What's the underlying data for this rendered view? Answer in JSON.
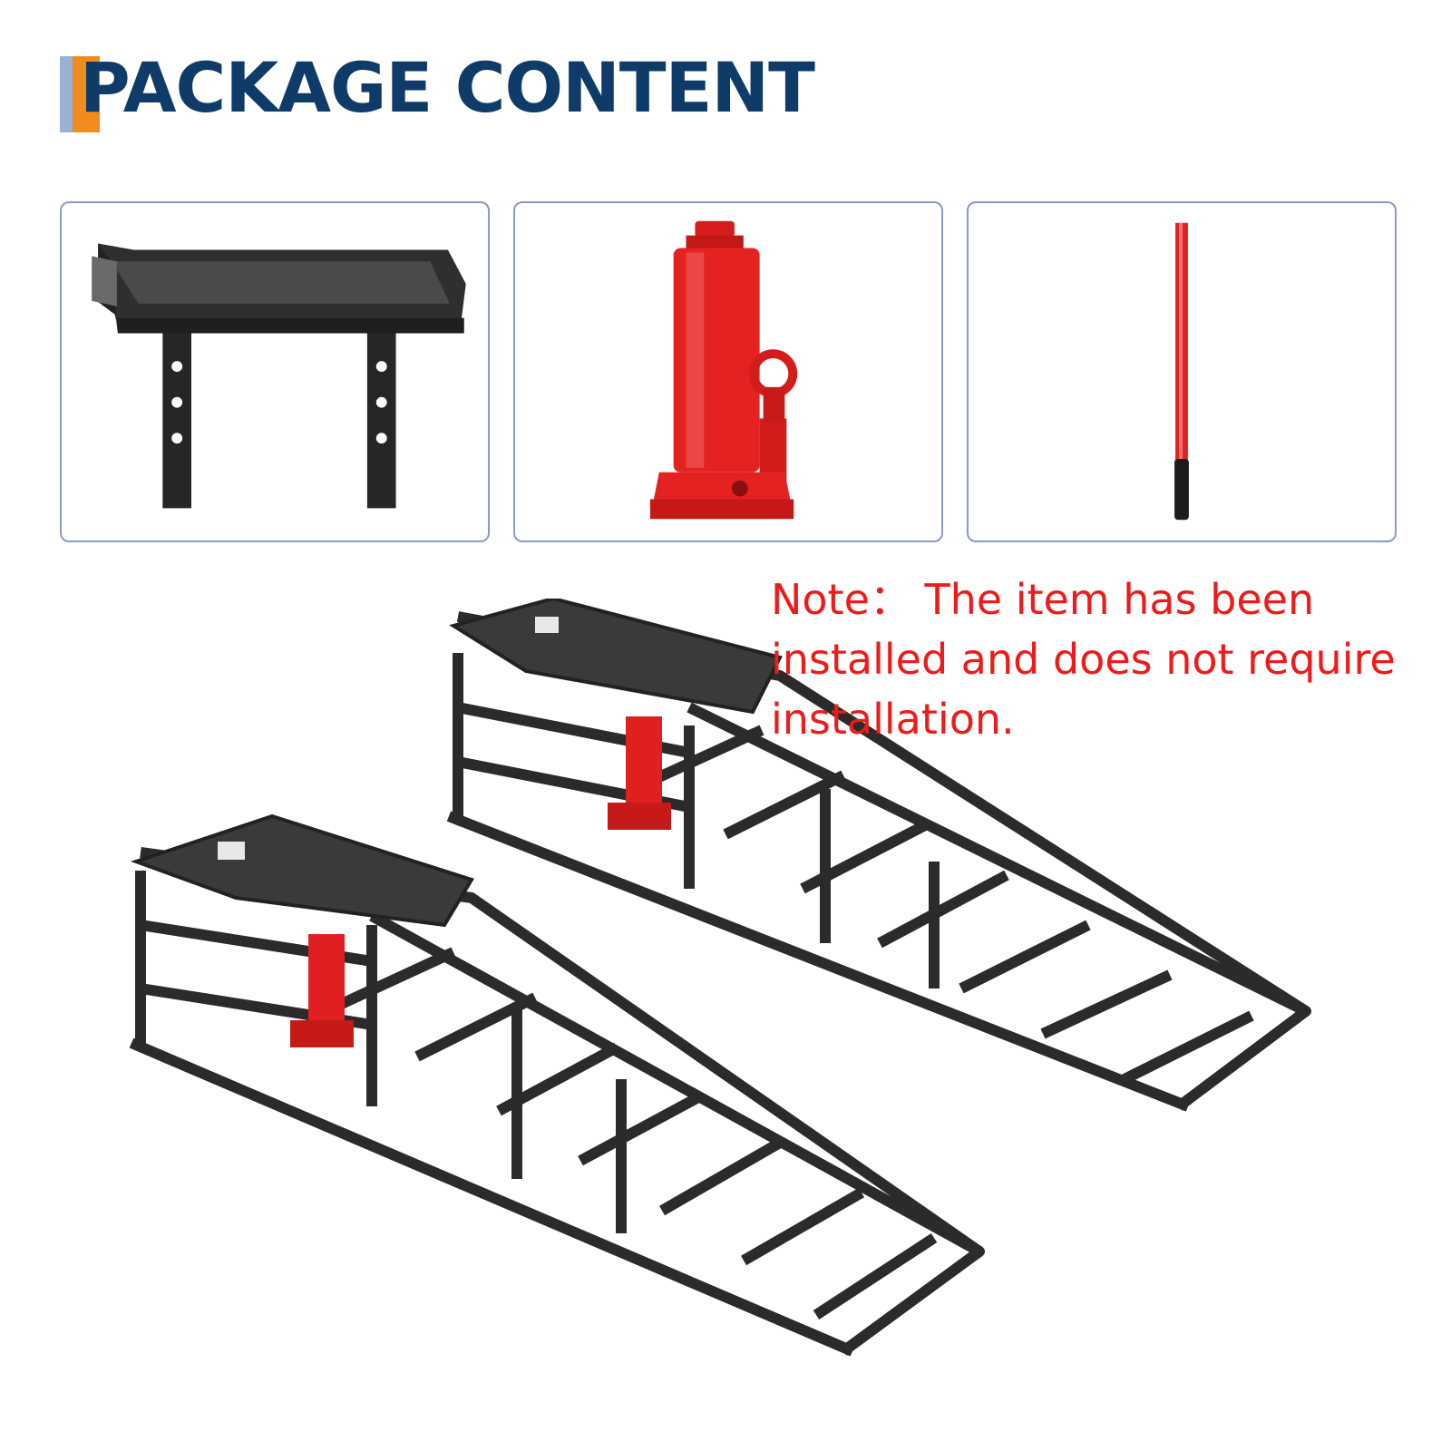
{
  "header": {
    "title": "PACKAGE CONTENT",
    "accent_colors": [
      "#9ab1d4",
      "#f08c1e"
    ],
    "title_color": "#0e3b68"
  },
  "package_items": [
    {
      "icon": "platform-bracket-icon"
    },
    {
      "icon": "bottle-jack-icon"
    },
    {
      "icon": "jack-handle-icon"
    }
  ],
  "note": {
    "lines": [
      "Note：  The item has been",
      "installed and  does not require",
      "installation."
    ],
    "color": "#ee1b1b"
  },
  "illustration": {
    "icon": "car-ramps-icon",
    "count": 2
  }
}
